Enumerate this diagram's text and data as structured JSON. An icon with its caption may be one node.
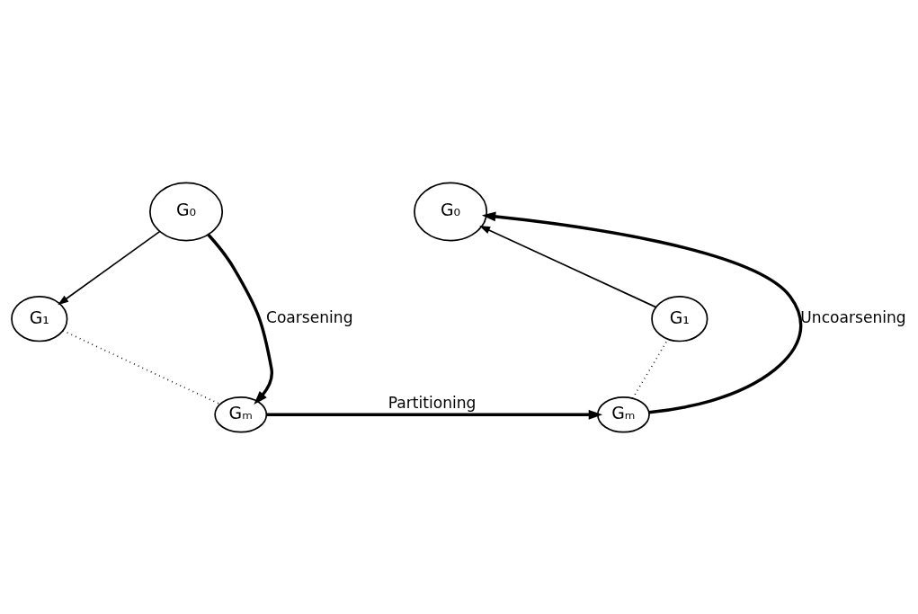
{
  "diagram": {
    "nodes": [
      {
        "text": [
          "G₀"
        ]
      },
      {
        "text": [
          "G₁"
        ]
      },
      {
        "text": [
          "Gₘ"
        ]
      },
      {
        "text": [
          "G₀"
        ]
      },
      {
        "text": [
          "G₁"
        ]
      },
      {
        "text": [
          "Gₘ"
        ]
      }
    ],
    "edges": [
      {
        "from": 0,
        "to": 1,
        "arrow": "to"
      },
      {
        "from": 1,
        "to": 2,
        "arrow": "none",
        "style": "dashed"
      },
      {
        "from": 0,
        "to": 2,
        "arrow": "to",
        "label": "Coarsening",
        "style": "thick"
      },
      {
        "from": 2,
        "to": 5,
        "arrow": "to",
        "label": "Partitioning",
        "style": "thick"
      },
      {
        "from": 5,
        "to": 4,
        "arrow": "none",
        "style": "dashed"
      },
      {
        "from": 4,
        "to": 3,
        "arrow": "to"
      },
      {
        "from": 5,
        "to": 3,
        "arrow": "to",
        "label": "Uncoarsening",
        "style": "thick"
      }
    ]
  }
}
